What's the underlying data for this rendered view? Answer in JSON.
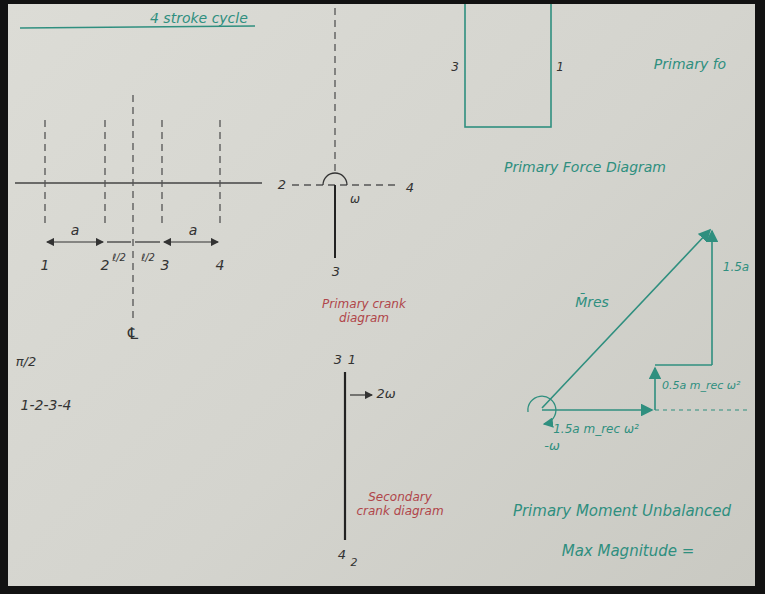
{
  "diagram": {
    "title": "4 stroke cycle",
    "labels": [
      "1",
      "2",
      "ℓ/2",
      "ℓ/2",
      "3",
      "4",
      "a",
      "a",
      "℄",
      "π/2",
      "1-2-3-4",
      "2",
      "4",
      "ω",
      "3",
      "Primary crank diagram",
      "3",
      "1",
      "2ω",
      "4",
      "2",
      "Secondary crank diagram",
      "3",
      "1",
      "Primary fo",
      "Primary Force Diagram",
      "M̄res",
      "1.5a",
      "0.5a m_rec ω²",
      "1.5a m_rec ω²",
      "-ω",
      "Primary Moment Unbalanced",
      "Max Magnitude ="
    ]
  }
}
